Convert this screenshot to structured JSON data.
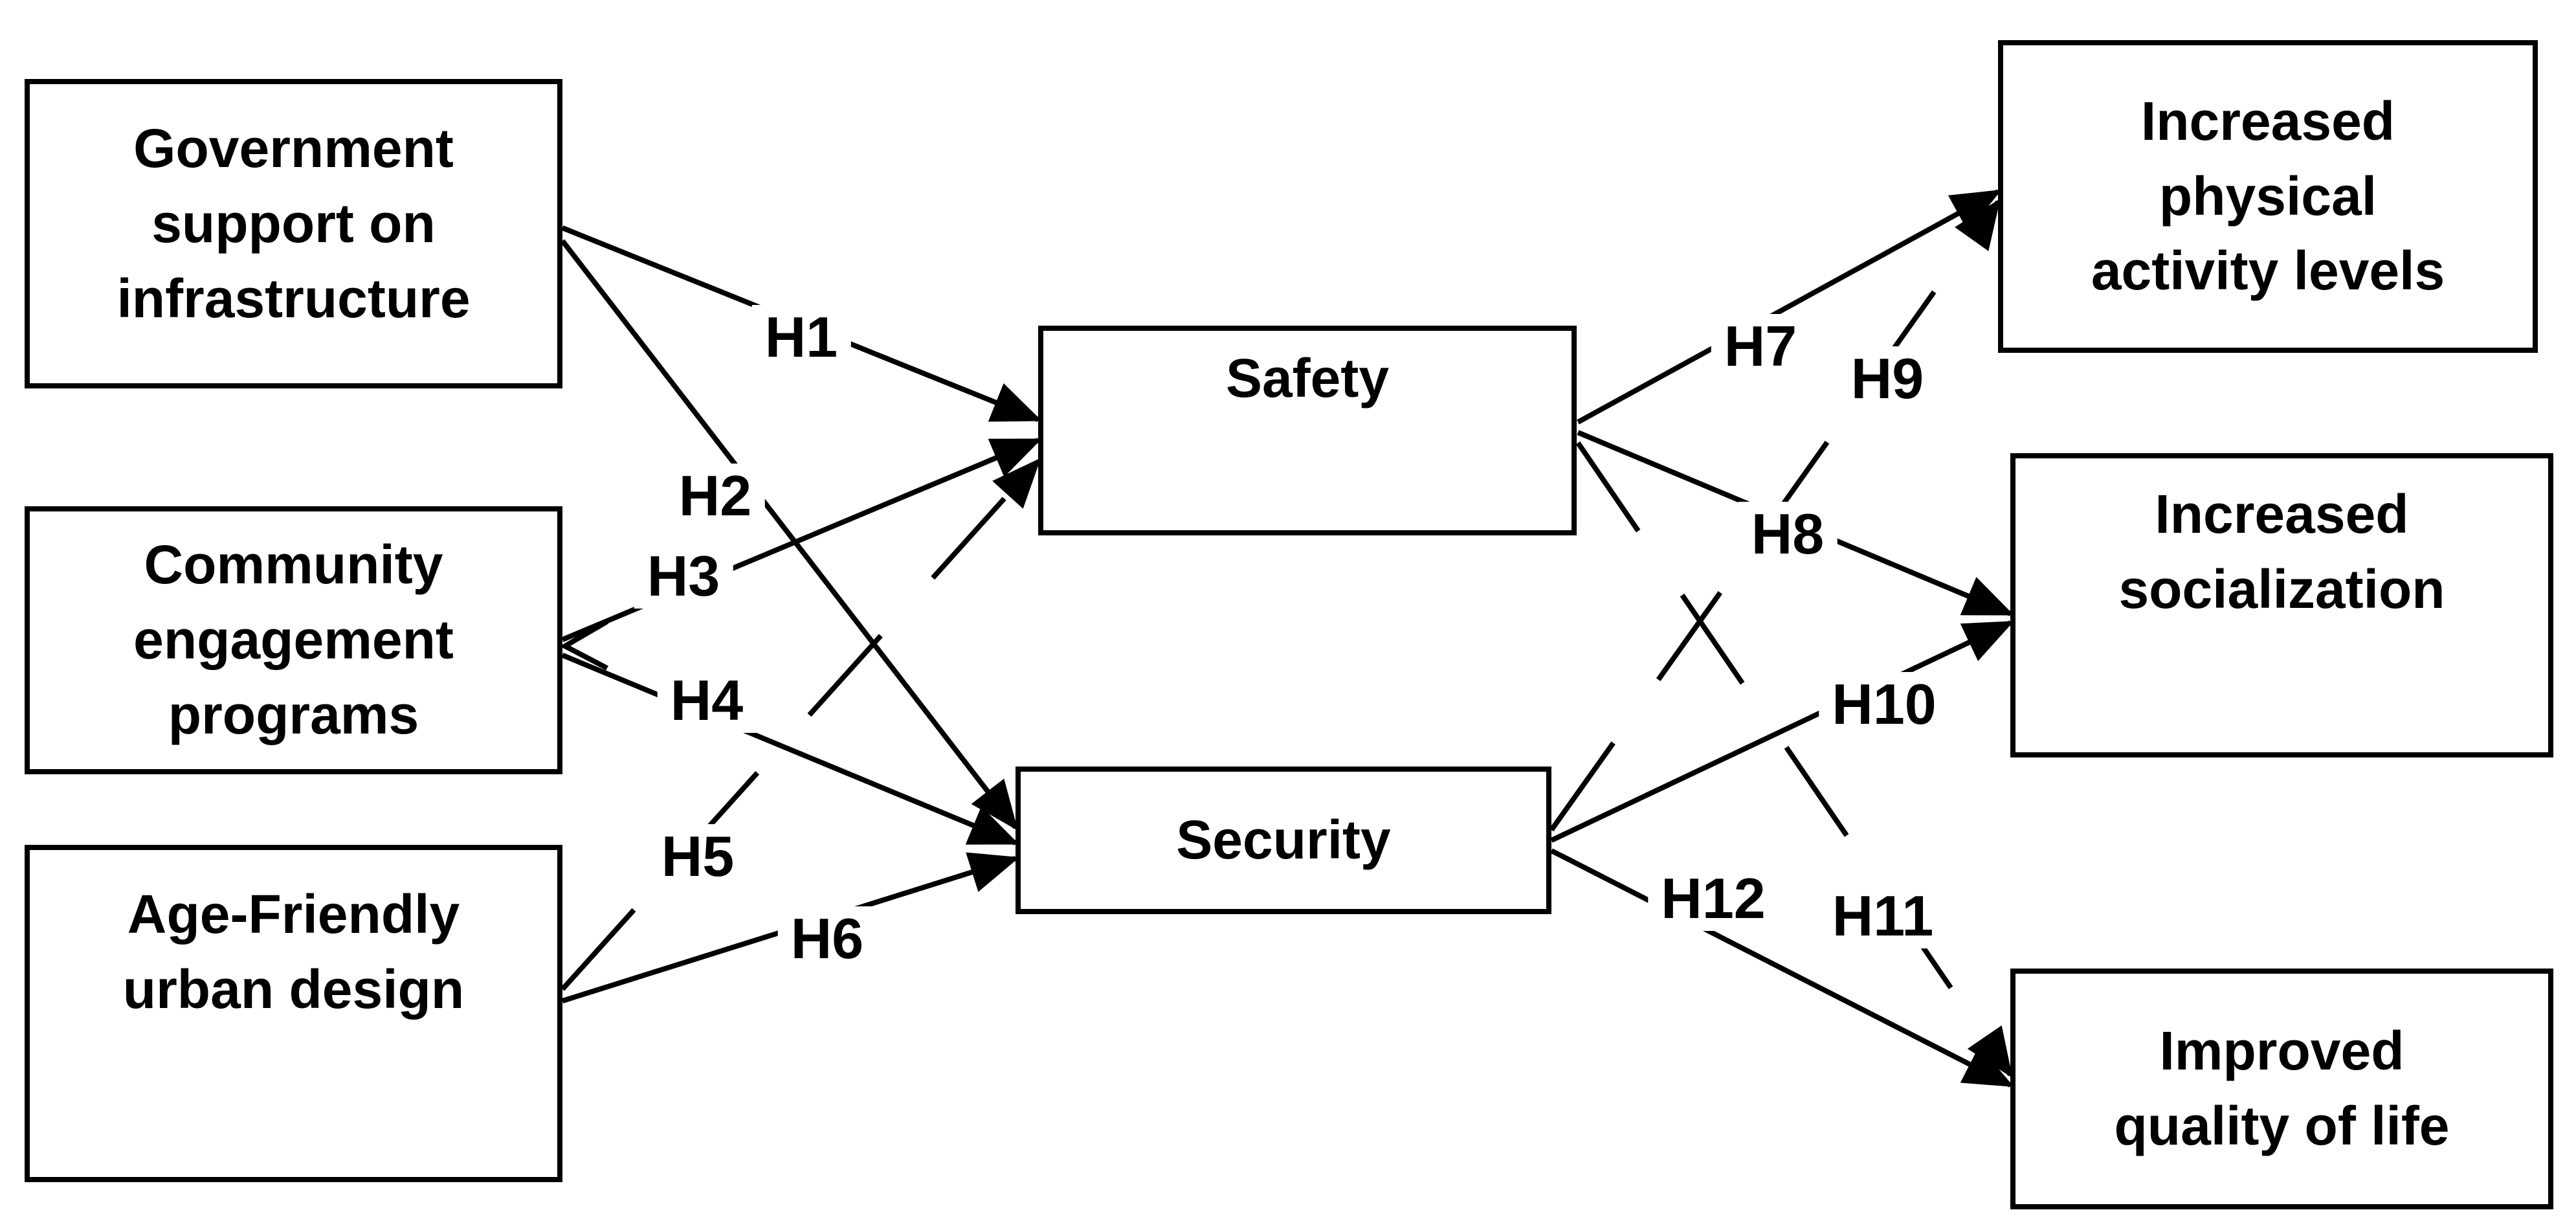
{
  "diagram_type": "hypothesis-path-model",
  "colors": {
    "background": "#ffffff",
    "line": "#000000",
    "box_border": "#000000",
    "box_fill": "#ffffff",
    "text": "#000000"
  },
  "nodes": {
    "government": {
      "lines": [
        "Government",
        "support on",
        "infrastructure"
      ]
    },
    "community": {
      "lines": [
        "Community",
        "engagement",
        "programs"
      ]
    },
    "age_friendly": {
      "lines": [
        "Age-Friendly",
        "urban design"
      ]
    },
    "safety": {
      "lines": [
        "Safety"
      ]
    },
    "security": {
      "lines": [
        "Security"
      ]
    },
    "physical_activity": {
      "lines": [
        "Increased",
        "physical",
        "activity levels"
      ]
    },
    "socialization": {
      "lines": [
        "Increased",
        "socialization"
      ]
    },
    "quality_of_life": {
      "lines": [
        "Improved",
        "quality of life"
      ]
    }
  },
  "edges": [
    {
      "id": "h1",
      "label": "H1",
      "from": "government",
      "to": "safety",
      "line": "solid"
    },
    {
      "id": "h2",
      "label": "H2",
      "from": "government",
      "to": "security",
      "line": "solid"
    },
    {
      "id": "h3",
      "label": "H3",
      "from": "community",
      "to": "safety",
      "line": "solid"
    },
    {
      "id": "h4",
      "label": "H4",
      "from": "community",
      "to": "security",
      "line": "solid"
    },
    {
      "id": "h5",
      "label": "H5",
      "from": "age_friendly",
      "to": "safety",
      "line": "dashed"
    },
    {
      "id": "h6",
      "label": "H6",
      "from": "age_friendly",
      "to": "security",
      "line": "solid"
    },
    {
      "id": "h7",
      "label": "H7",
      "from": "safety",
      "to": "physical_activity",
      "line": "solid"
    },
    {
      "id": "h8",
      "label": "H8",
      "from": "safety",
      "to": "socialization",
      "line": "solid"
    },
    {
      "id": "h9",
      "label": "H9",
      "from": "security",
      "to": "physical_activity",
      "line": "dashed"
    },
    {
      "id": "h10",
      "label": "H10",
      "from": "security",
      "to": "socialization",
      "line": "solid"
    },
    {
      "id": "h11",
      "label": "H11",
      "from": "safety",
      "to": "quality_of_life",
      "line": "dashed"
    },
    {
      "id": "h12",
      "label": "H12",
      "from": "security",
      "to": "quality_of_life",
      "line": "solid"
    }
  ]
}
